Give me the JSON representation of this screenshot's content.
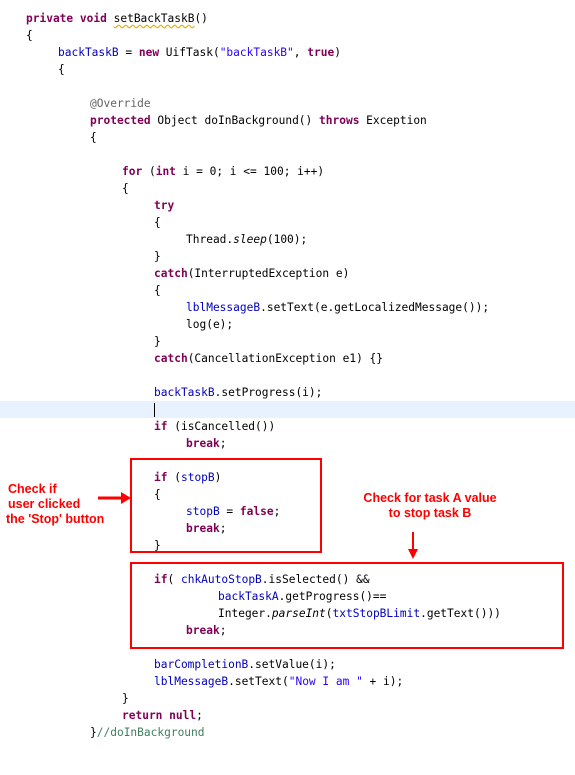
{
  "code": {
    "method_kw_1": "private",
    "method_kw_2": "void",
    "method_name": "setBackTaskB",
    "method_params": "()",
    "brace_open": "{",
    "brace_close": "}",
    "task_field": "backTaskB",
    "assign": " = ",
    "new_kw": "new",
    "uif_ctor": " UifTask(",
    "task_name_str": "\"backTaskB\"",
    "comma": ", ",
    "true_kw": "true",
    "close_paren": ")",
    "override_ann": "@Override",
    "protected_kw": "protected",
    "do_sig": " Object doInBackground() ",
    "throws_kw": "throws",
    "exception_type": " Exception",
    "for_kw": "for",
    "for_open": " (",
    "int_kw": "int",
    "for_cond": " i = 0; i <= 100; i++)",
    "try_kw": "try",
    "thread_call": "Thread.",
    "sleep_method": "sleep",
    "sleep_args": "(100);",
    "catch_kw": "catch",
    "catch_interrupted": "(InterruptedException e)",
    "lbl_msg_field": "lblMessageB",
    "settext_err": ".setText(e.getLocalizedMessage());",
    "log_call": "log(e);",
    "catch_cancel": "(CancellationException e1) {}",
    "set_progress": ".setProgress(i);",
    "if_kw": "if",
    "is_cancelled": " (isCancelled())",
    "break_kw": "break",
    "semicolon": ";",
    "stop_open": " (",
    "stop_field": "stopB",
    "false_kw": "false",
    "if2_open": "( ",
    "chk_field": "chkAutoStopB",
    "is_selected": ".isSelected() &&",
    "task_a_field": "backTaskA",
    "get_progress": ".getProgress()==",
    "integer_call": "Integer.",
    "parse_int": "parseInt",
    "stop_limit_open": "(",
    "txt_field": "txtStopBLimit",
    "get_text_close": ".getText()))",
    "bar_field": "barCompletionB",
    "set_value": ".setValue(i);",
    "settext_open": ".setText(",
    "now_str": "\"Now I am \"",
    "plus_i": " + i);",
    "return_kw": "return",
    "null_kw": "null",
    "end_comment": "//doInBackground"
  },
  "annotations": {
    "left_note_lines": [
      "Check if",
      "user clicked",
      "the 'Stop' button"
    ],
    "right_note_lines": [
      "Check for task A value",
      "to stop task B"
    ],
    "accent_color": "#ff0000"
  }
}
